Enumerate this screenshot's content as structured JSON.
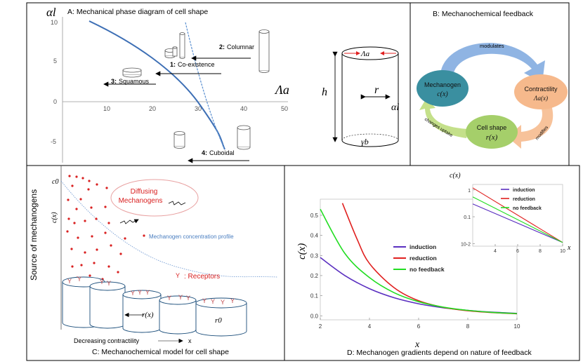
{
  "panelA": {
    "title": "A: Mechanical phase diagram of cell shape",
    "y_axis_symbol": "αl",
    "x_axis_symbol": "Λa",
    "x_ticks": [
      "10",
      "20",
      "30",
      "40",
      "50"
    ],
    "y_ticks": [
      "10",
      "5",
      "0",
      "-5"
    ],
    "labels": {
      "columnar_num": "2:",
      "columnar": "Columnar",
      "coexistence_num": "1:",
      "coexistence": "Co-existence",
      "squamous_num": "3:",
      "squamous": "Squamous",
      "cuboidal_num": "4:",
      "cuboidal": "Cuboidal"
    },
    "cylinder": {
      "h": "h",
      "r": "r",
      "alpha": "αl",
      "lambda": "Λa",
      "gamma": "γb"
    }
  },
  "panelB": {
    "title": "B:   Mechanochemical feedback",
    "modulates": "modulates",
    "mechanogen": "Mechanogen",
    "mechanogen_sym": "c(x)",
    "contractility": "Contractility",
    "contractility_sym": "Λa(x)",
    "cellshape": "Cell shape",
    "cellshape_sym": "r(x)",
    "changes_uptake": "changes uptake",
    "modifies": "modifies",
    "colors": {
      "blue": "#8fb4e3",
      "orange": "#f7c29a",
      "green": "#c4e08a",
      "teal": "#3a8fa0",
      "peach": "#f6b98c",
      "lime": "#a5cf6a"
    }
  },
  "panelC": {
    "title": "C:  Mechanochemical model for cell shape",
    "c0": "c0",
    "cx": "c(x)",
    "source": "Source of mechanogens",
    "diffusing1": "Diffusing",
    "diffusing2": "Mechanogens",
    "profile": "Mechanogen concentration profile",
    "receptors": ": Receptors",
    "rx": "r(x)",
    "r0": "r0",
    "decreasing": "Decreasing contractility",
    "x": "x"
  },
  "panelD": {
    "title": "D:  Mechanogen gradients  depend on nature of feedback",
    "ylabel": "c(x)",
    "xlabel": "x",
    "inset_ylabel": "c(x)",
    "inset_xlabel": "x",
    "chart_data": [
      {
        "type": "line",
        "xlim": [
          2,
          10
        ],
        "ylim": [
          -0.02,
          0.58
        ],
        "y_ticks": [
          "0.0",
          "0.1",
          "0.2",
          "0.3",
          "0.4",
          "0.5"
        ],
        "x_ticks": [
          "2",
          "4",
          "6",
          "8",
          "10"
        ],
        "series": [
          {
            "name": "induction",
            "color": "#5a2fc0",
            "x": [
              2,
              3,
              4,
              5,
              6,
              7,
              8,
              9,
              10
            ],
            "y": [
              0.29,
              0.2,
              0.135,
              0.09,
              0.06,
              0.04,
              0.027,
              0.018,
              0.012
            ]
          },
          {
            "name": "reduction",
            "color": "#e0201f",
            "x": [
              2.9,
              3.5,
              4,
              5,
              6,
              7,
              8,
              9,
              10
            ],
            "y": [
              0.56,
              0.38,
              0.26,
              0.14,
              0.075,
              0.042,
              0.025,
              0.016,
              0.01
            ]
          },
          {
            "name": "no feedback",
            "color": "#22dd22",
            "x": [
              2,
              3,
              4,
              5,
              6,
              7,
              8,
              9,
              10
            ],
            "y": [
              0.53,
              0.31,
              0.19,
              0.115,
              0.07,
              0.043,
              0.027,
              0.017,
              0.011
            ]
          }
        ]
      },
      {
        "type": "line",
        "scale": "log-y",
        "xlim": [
          2,
          10
        ],
        "ylim": [
          0.008,
          1.6
        ],
        "y_ticks": [
          "1",
          "0.1",
          "10-2"
        ],
        "x_ticks": [
          "4",
          "6",
          "8",
          "10"
        ],
        "series": [
          {
            "name": "induction",
            "color": "#5a2fc0",
            "x": [
              2,
              10
            ],
            "y": [
              0.3,
              0.011
            ]
          },
          {
            "name": "reduction",
            "color": "#e0201f",
            "x": [
              2,
              10
            ],
            "y": [
              1.2,
              0.011
            ]
          },
          {
            "name": "no feedback",
            "color": "#22dd22",
            "x": [
              2,
              10
            ],
            "y": [
              0.55,
              0.011
            ]
          }
        ]
      }
    ]
  }
}
